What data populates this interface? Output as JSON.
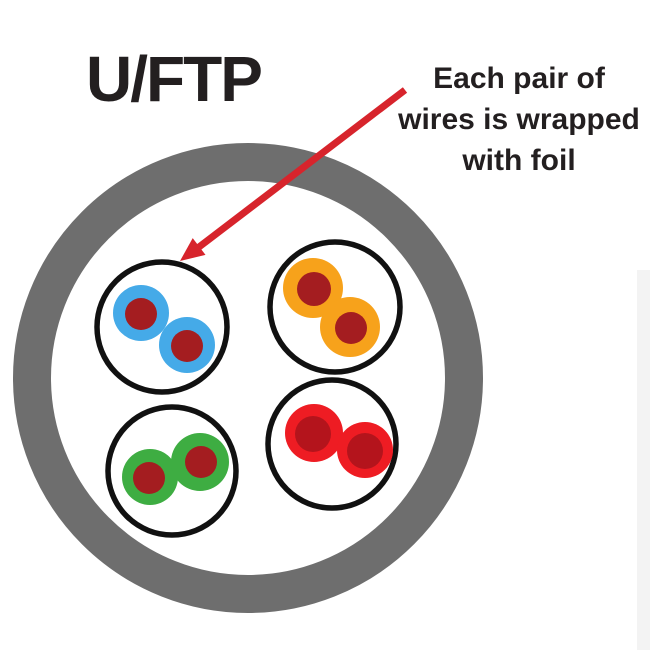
{
  "title": "U/FTP",
  "annotation": {
    "lines": [
      "Each pair of",
      "wires is wrapped",
      "with foil"
    ]
  },
  "colors": {
    "background": "#ffffff",
    "jacket_gray": "#6e6e6e",
    "foil_outline": "#111111",
    "text": "#231f20",
    "arrow_red": "#d7242c",
    "conductor": "#a41d20",
    "conductor_red_pair": "#b4141c",
    "pairs": {
      "blue": "#45aae8",
      "orange": "#f7a21b",
      "green": "#3ead42",
      "red": "#ee1c23"
    }
  }
}
